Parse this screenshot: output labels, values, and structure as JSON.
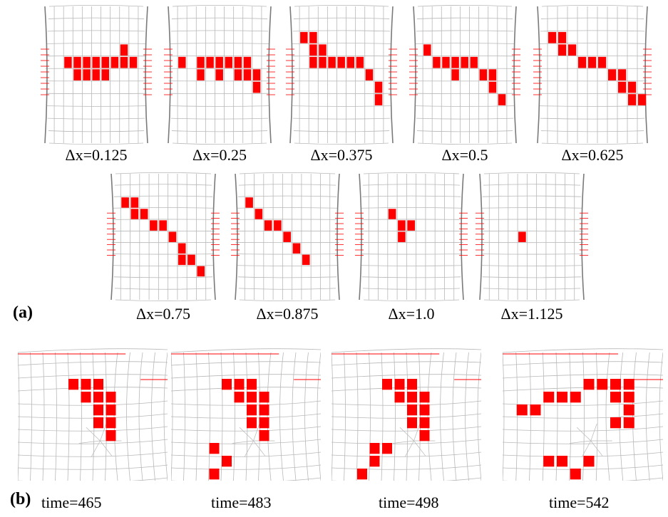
{
  "figure": {
    "part_a": {
      "label": "(a)",
      "panels": [
        {
          "caption": "Δx=0.125"
        },
        {
          "caption": "Δx=0.25"
        },
        {
          "caption": "Δx=0.375"
        },
        {
          "caption": "Δx=0.5"
        },
        {
          "caption": "Δx=0.625"
        },
        {
          "caption": "Δx=0.75"
        },
        {
          "caption": "Δx=0.875"
        },
        {
          "caption": "Δx=1.0"
        },
        {
          "caption": "Δx=1.125"
        }
      ]
    },
    "part_b": {
      "label": "(b)",
      "panels": [
        {
          "caption": "time=465"
        },
        {
          "caption": "time=483"
        },
        {
          "caption": "time=498"
        },
        {
          "caption": "time=542"
        }
      ]
    },
    "colors": {
      "failed_element": "#ff0000",
      "mesh": "#b8b8b8",
      "boundary": "#7a7a7a"
    }
  }
}
